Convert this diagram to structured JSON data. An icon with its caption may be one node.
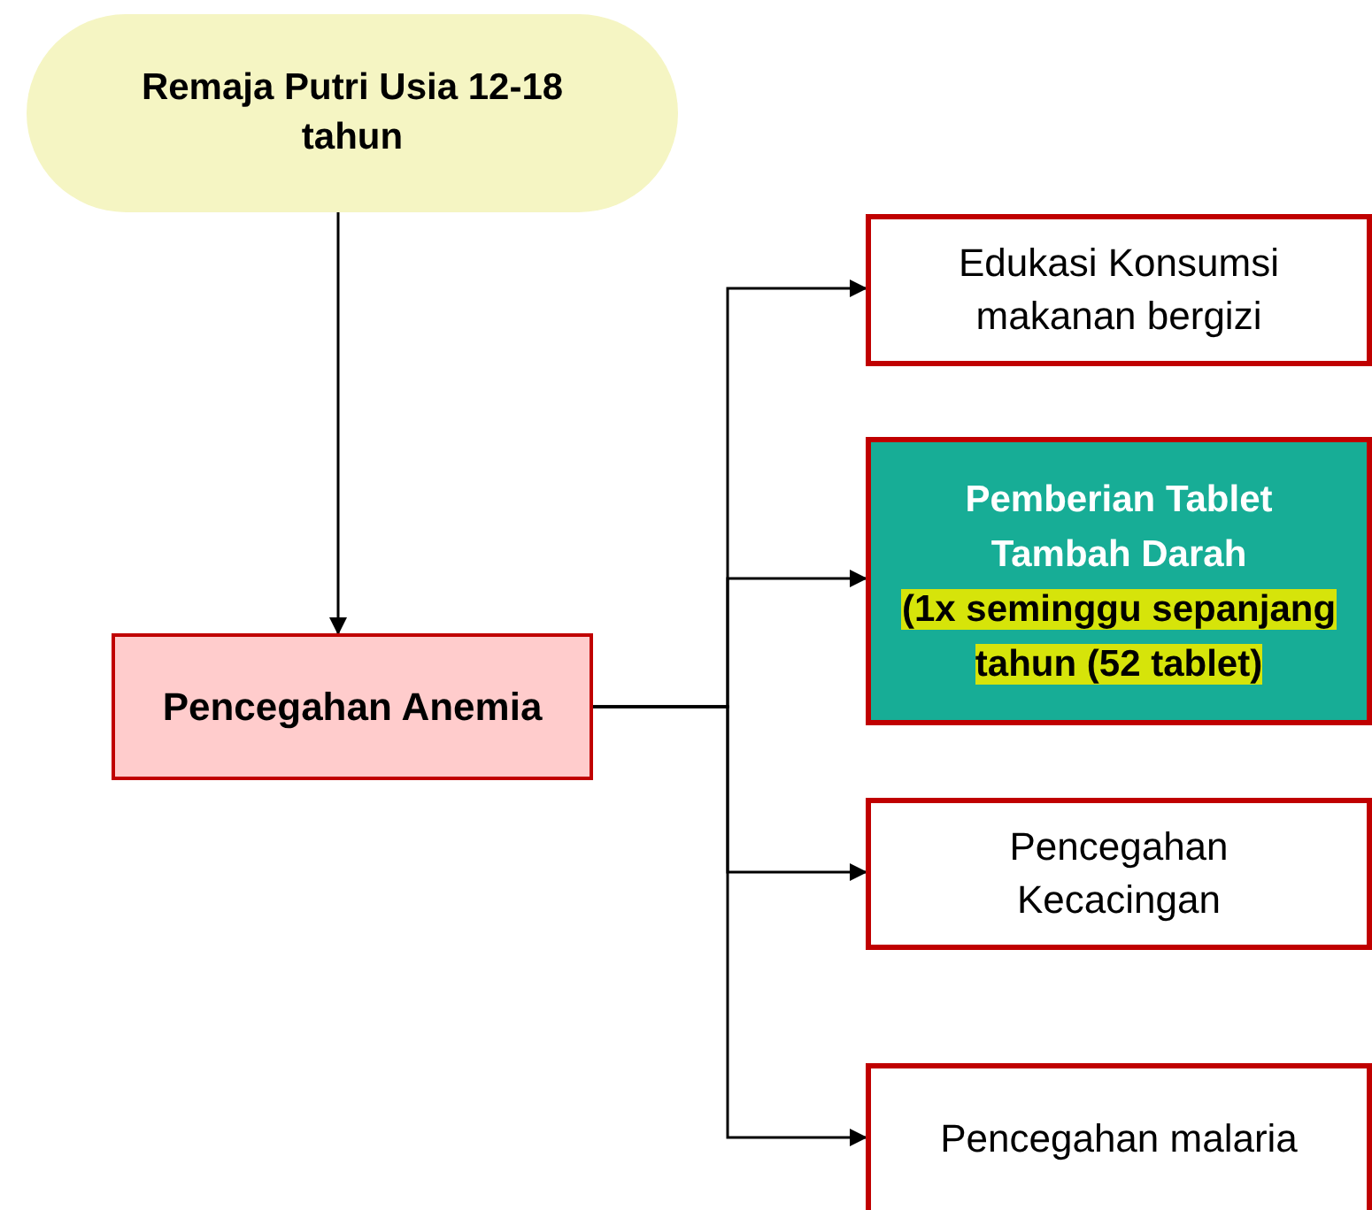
{
  "diagram": {
    "nodes": [
      {
        "text": [
          "Remaja Putri Usia 12-18 tahun"
        ]
      },
      {
        "text": [
          "Pencegahan Anemia"
        ]
      },
      {
        "text": [
          "Edukasi Konsumsi makanan bergizi"
        ]
      },
      {
        "text": [
          "Pemberian Tablet Tambah Darah",
          "(1x seminggu sepanjang tahun (52 tablet)"
        ]
      },
      {
        "text": [
          "Pencegahan Kecacingan"
        ]
      },
      {
        "text": [
          "Pencegahan malaria"
        ]
      }
    ],
    "edges": [
      {
        "from": 0,
        "to": 1,
        "arrow": "to"
      },
      {
        "from": 1,
        "to": 2,
        "arrow": "to"
      },
      {
        "from": 1,
        "to": 3,
        "arrow": "to"
      },
      {
        "from": 1,
        "to": 4,
        "arrow": "to"
      },
      {
        "from": 1,
        "to": 5,
        "arrow": "to"
      }
    ]
  }
}
